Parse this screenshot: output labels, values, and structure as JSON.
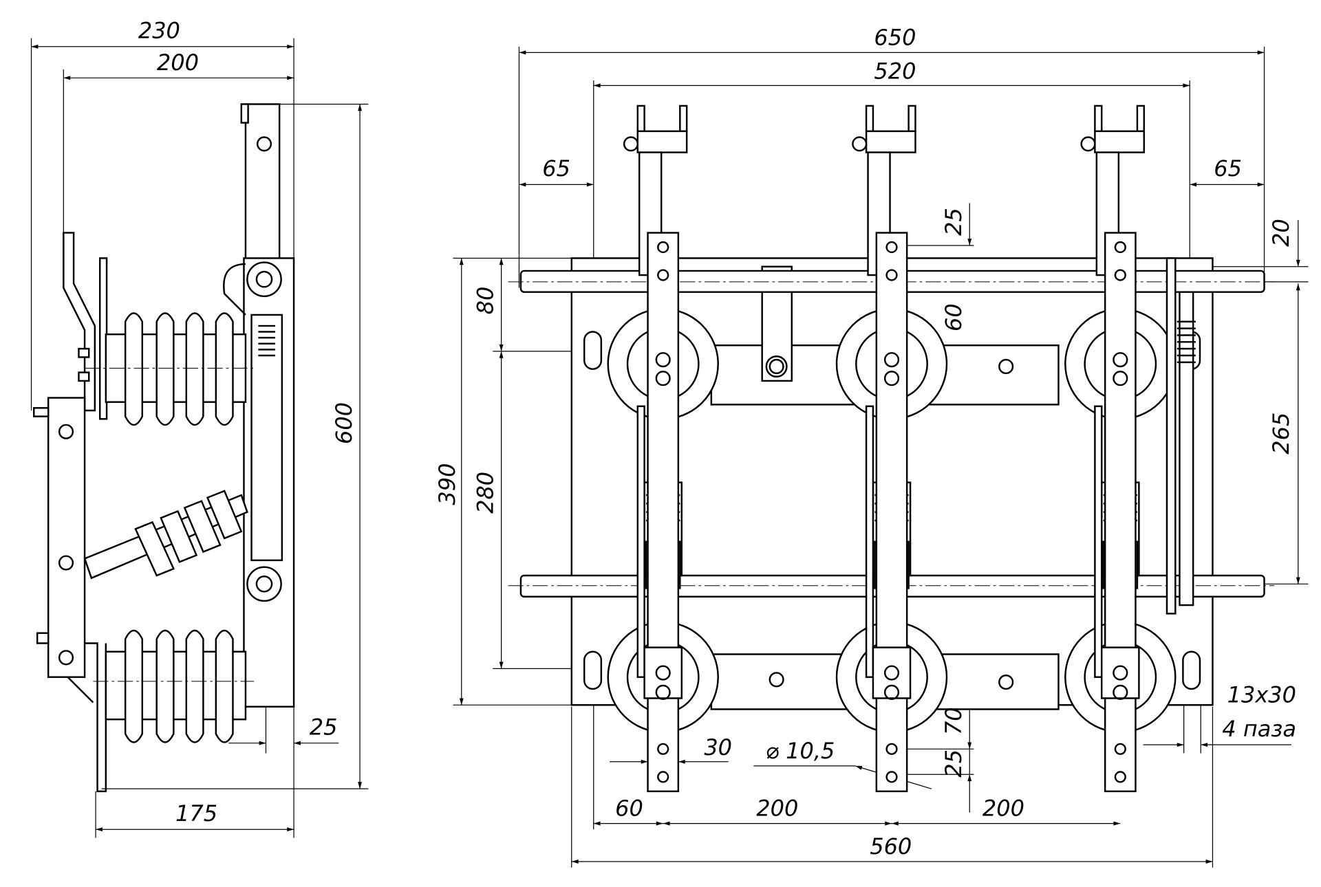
{
  "side_view": {
    "dims": {
      "d230": "230",
      "d200": "200",
      "d600": "600",
      "d175": "175",
      "d25": "25"
    }
  },
  "front_view": {
    "dims": {
      "d650": "650",
      "d520": "520",
      "d65_left": "65",
      "d65_right": "65",
      "d25_top": "25",
      "d20": "20",
      "d80": "80",
      "d60_v": "60",
      "d390": "390",
      "d280": "280",
      "d265": "265",
      "d70": "70",
      "d25_bottom": "25",
      "d30": "30",
      "d_hole": "⌀ 10,5",
      "d60_h": "60",
      "d200_left": "200",
      "d200_right": "200",
      "d560": "560"
    },
    "slot_note": {
      "size": "13x30",
      "count": "4 паза"
    }
  }
}
